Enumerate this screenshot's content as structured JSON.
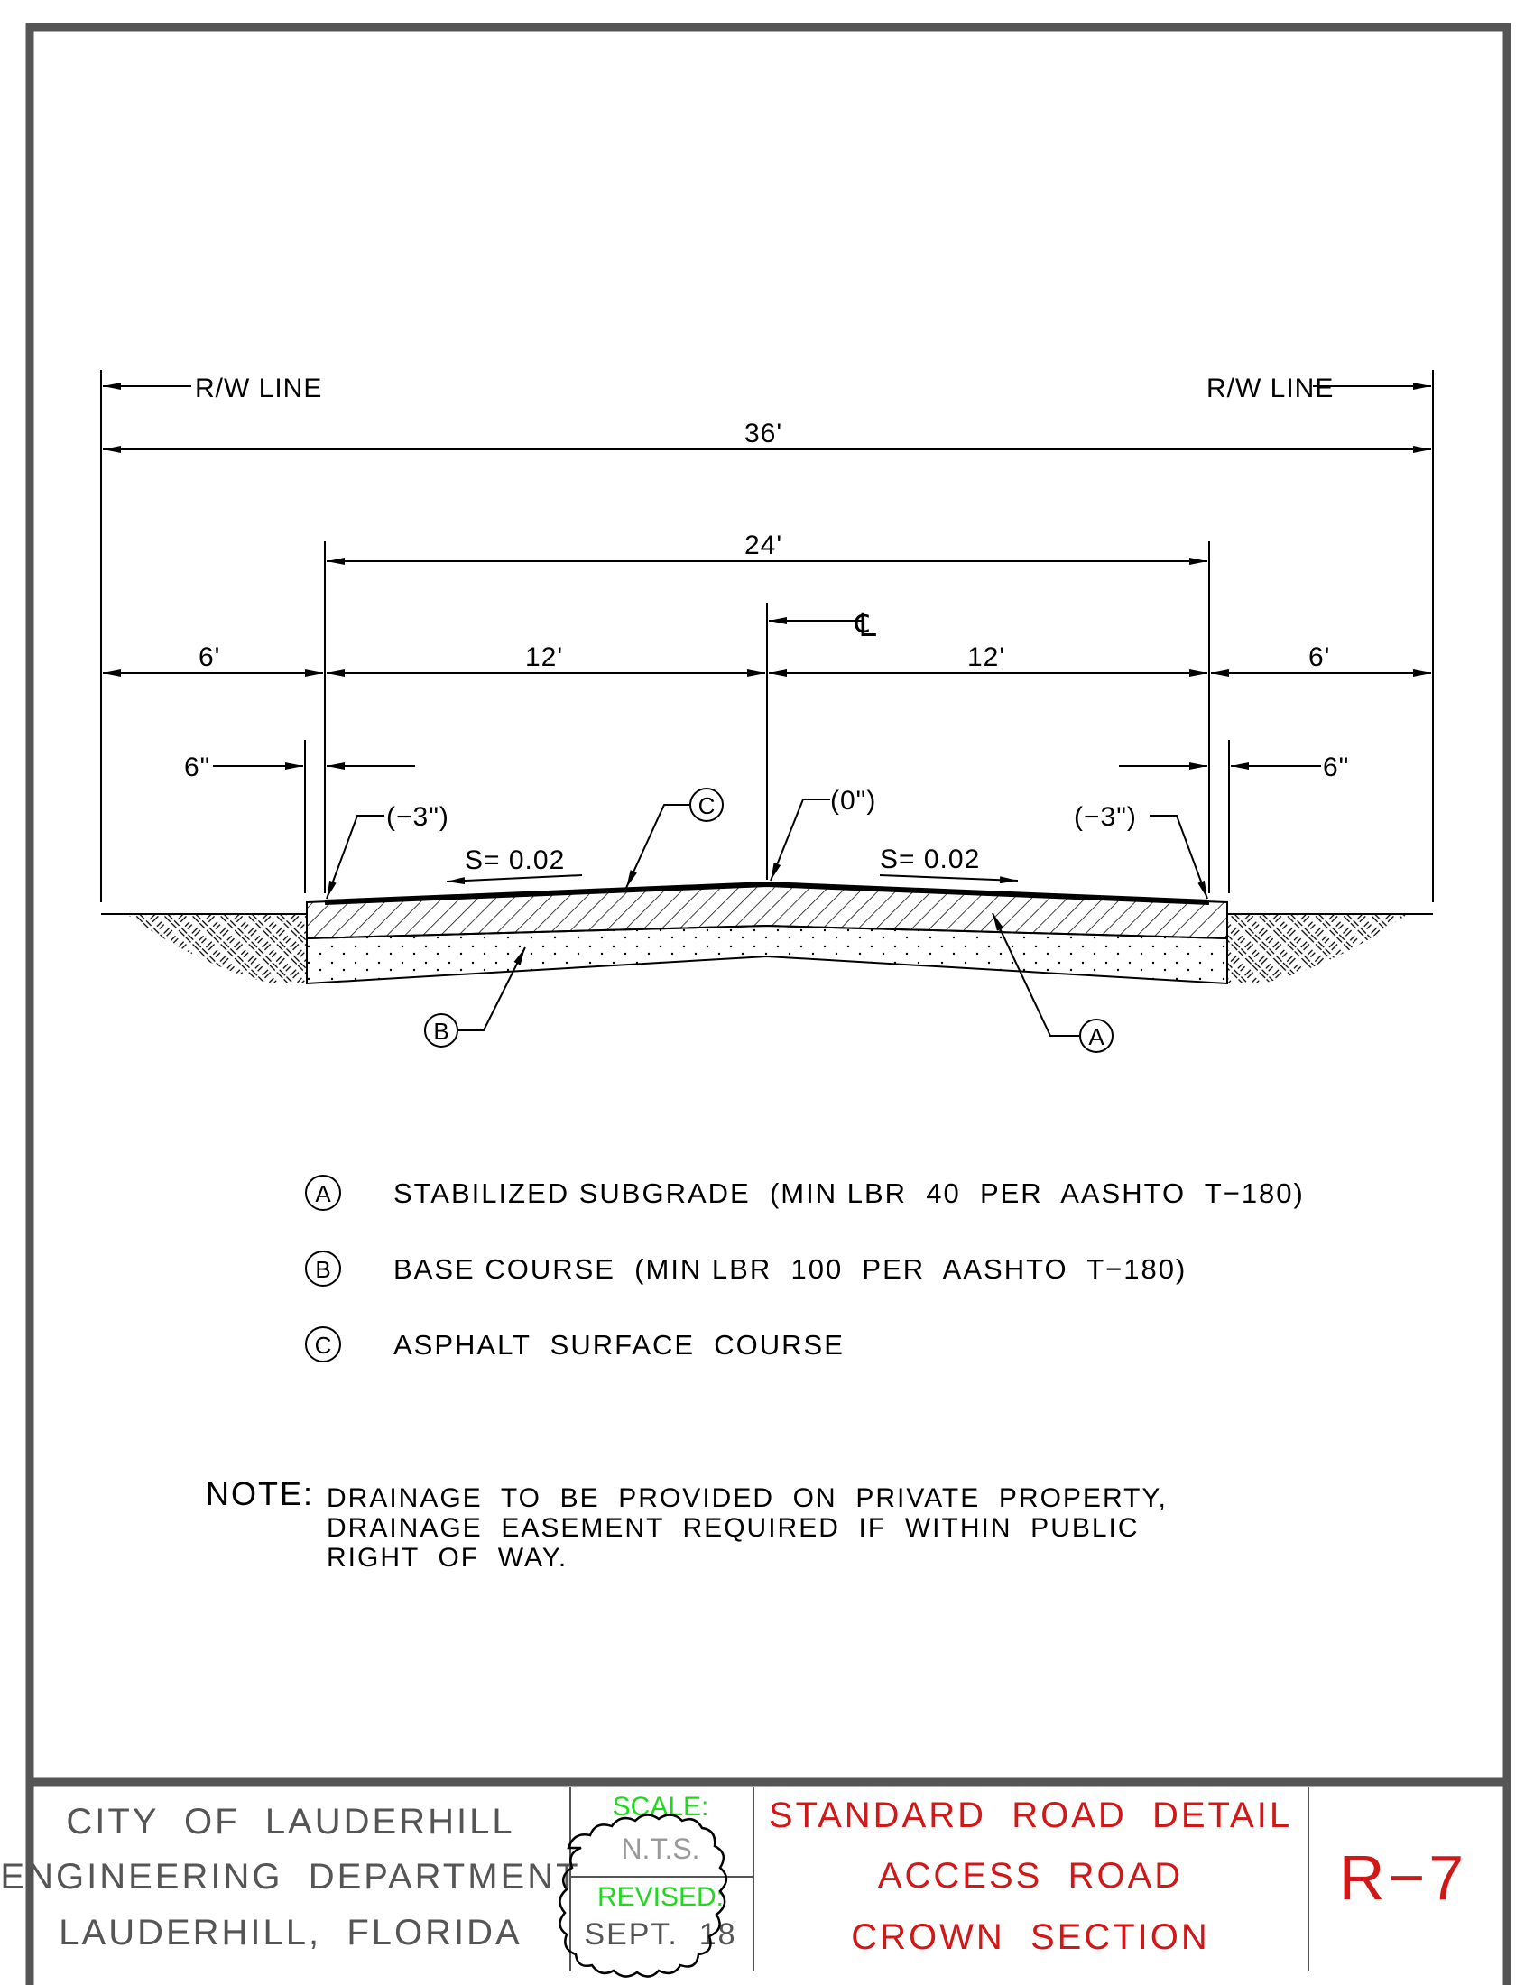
{
  "dimensions": {
    "rw_left": "R/W LINE",
    "rw_right": "R/W LINE",
    "total_width": "36'",
    "pavement_width": "24'",
    "centerline_symbol": "℄",
    "left_shoulder": "6'",
    "left_lane": "12'",
    "right_lane": "12'",
    "right_shoulder": "6'",
    "left_offset": "6\"",
    "right_offset": "6\"",
    "left_edge_elev": "(−3\")",
    "crown_elev": "(0\")",
    "right_edge_elev": "(−3\")",
    "left_slope": "S= 0.02",
    "right_slope": "S= 0.02"
  },
  "callouts": {
    "a": "A",
    "b": "B",
    "c": "C"
  },
  "legend": [
    {
      "key": "A",
      "text": "STABILIZED SUBGRADE  (MIN LBR  40  PER  AASHTO  T−180)"
    },
    {
      "key": "B",
      "text": "BASE COURSE  (MIN LBR  100  PER  AASHTO  T−180)"
    },
    {
      "key": "C",
      "text": "ASPHALT  SURFACE  COURSE"
    }
  ],
  "note": {
    "label": "NOTE:",
    "lines": [
      "DRAINAGE  TO  BE  PROVIDED  ON  PRIVATE  PROPERTY,",
      "DRAINAGE  EASEMENT  REQUIRED  IF  WITHIN  PUBLIC",
      "RIGHT  OF  WAY."
    ]
  },
  "title_block": {
    "org_line1": "CITY  OF  LAUDERHILL",
    "org_line2": "ENGINEERING  DEPARTMENT",
    "org_line3": "LAUDERHILL,  FLORIDA",
    "scale_label": "SCALE:",
    "scale_value": "N.T.S.",
    "revised_label": "REVISED:",
    "revised_value": "SEPT.  18",
    "title_line1": "STANDARD  ROAD  DETAIL",
    "title_line2": "ACCESS  ROAD",
    "title_line3": "CROWN  SECTION",
    "sheet_number": "R−7"
  },
  "colors": {
    "red_text": "#d01818",
    "green_text": "#21d821",
    "gray_text": "#555555",
    "frame": "#555555"
  }
}
